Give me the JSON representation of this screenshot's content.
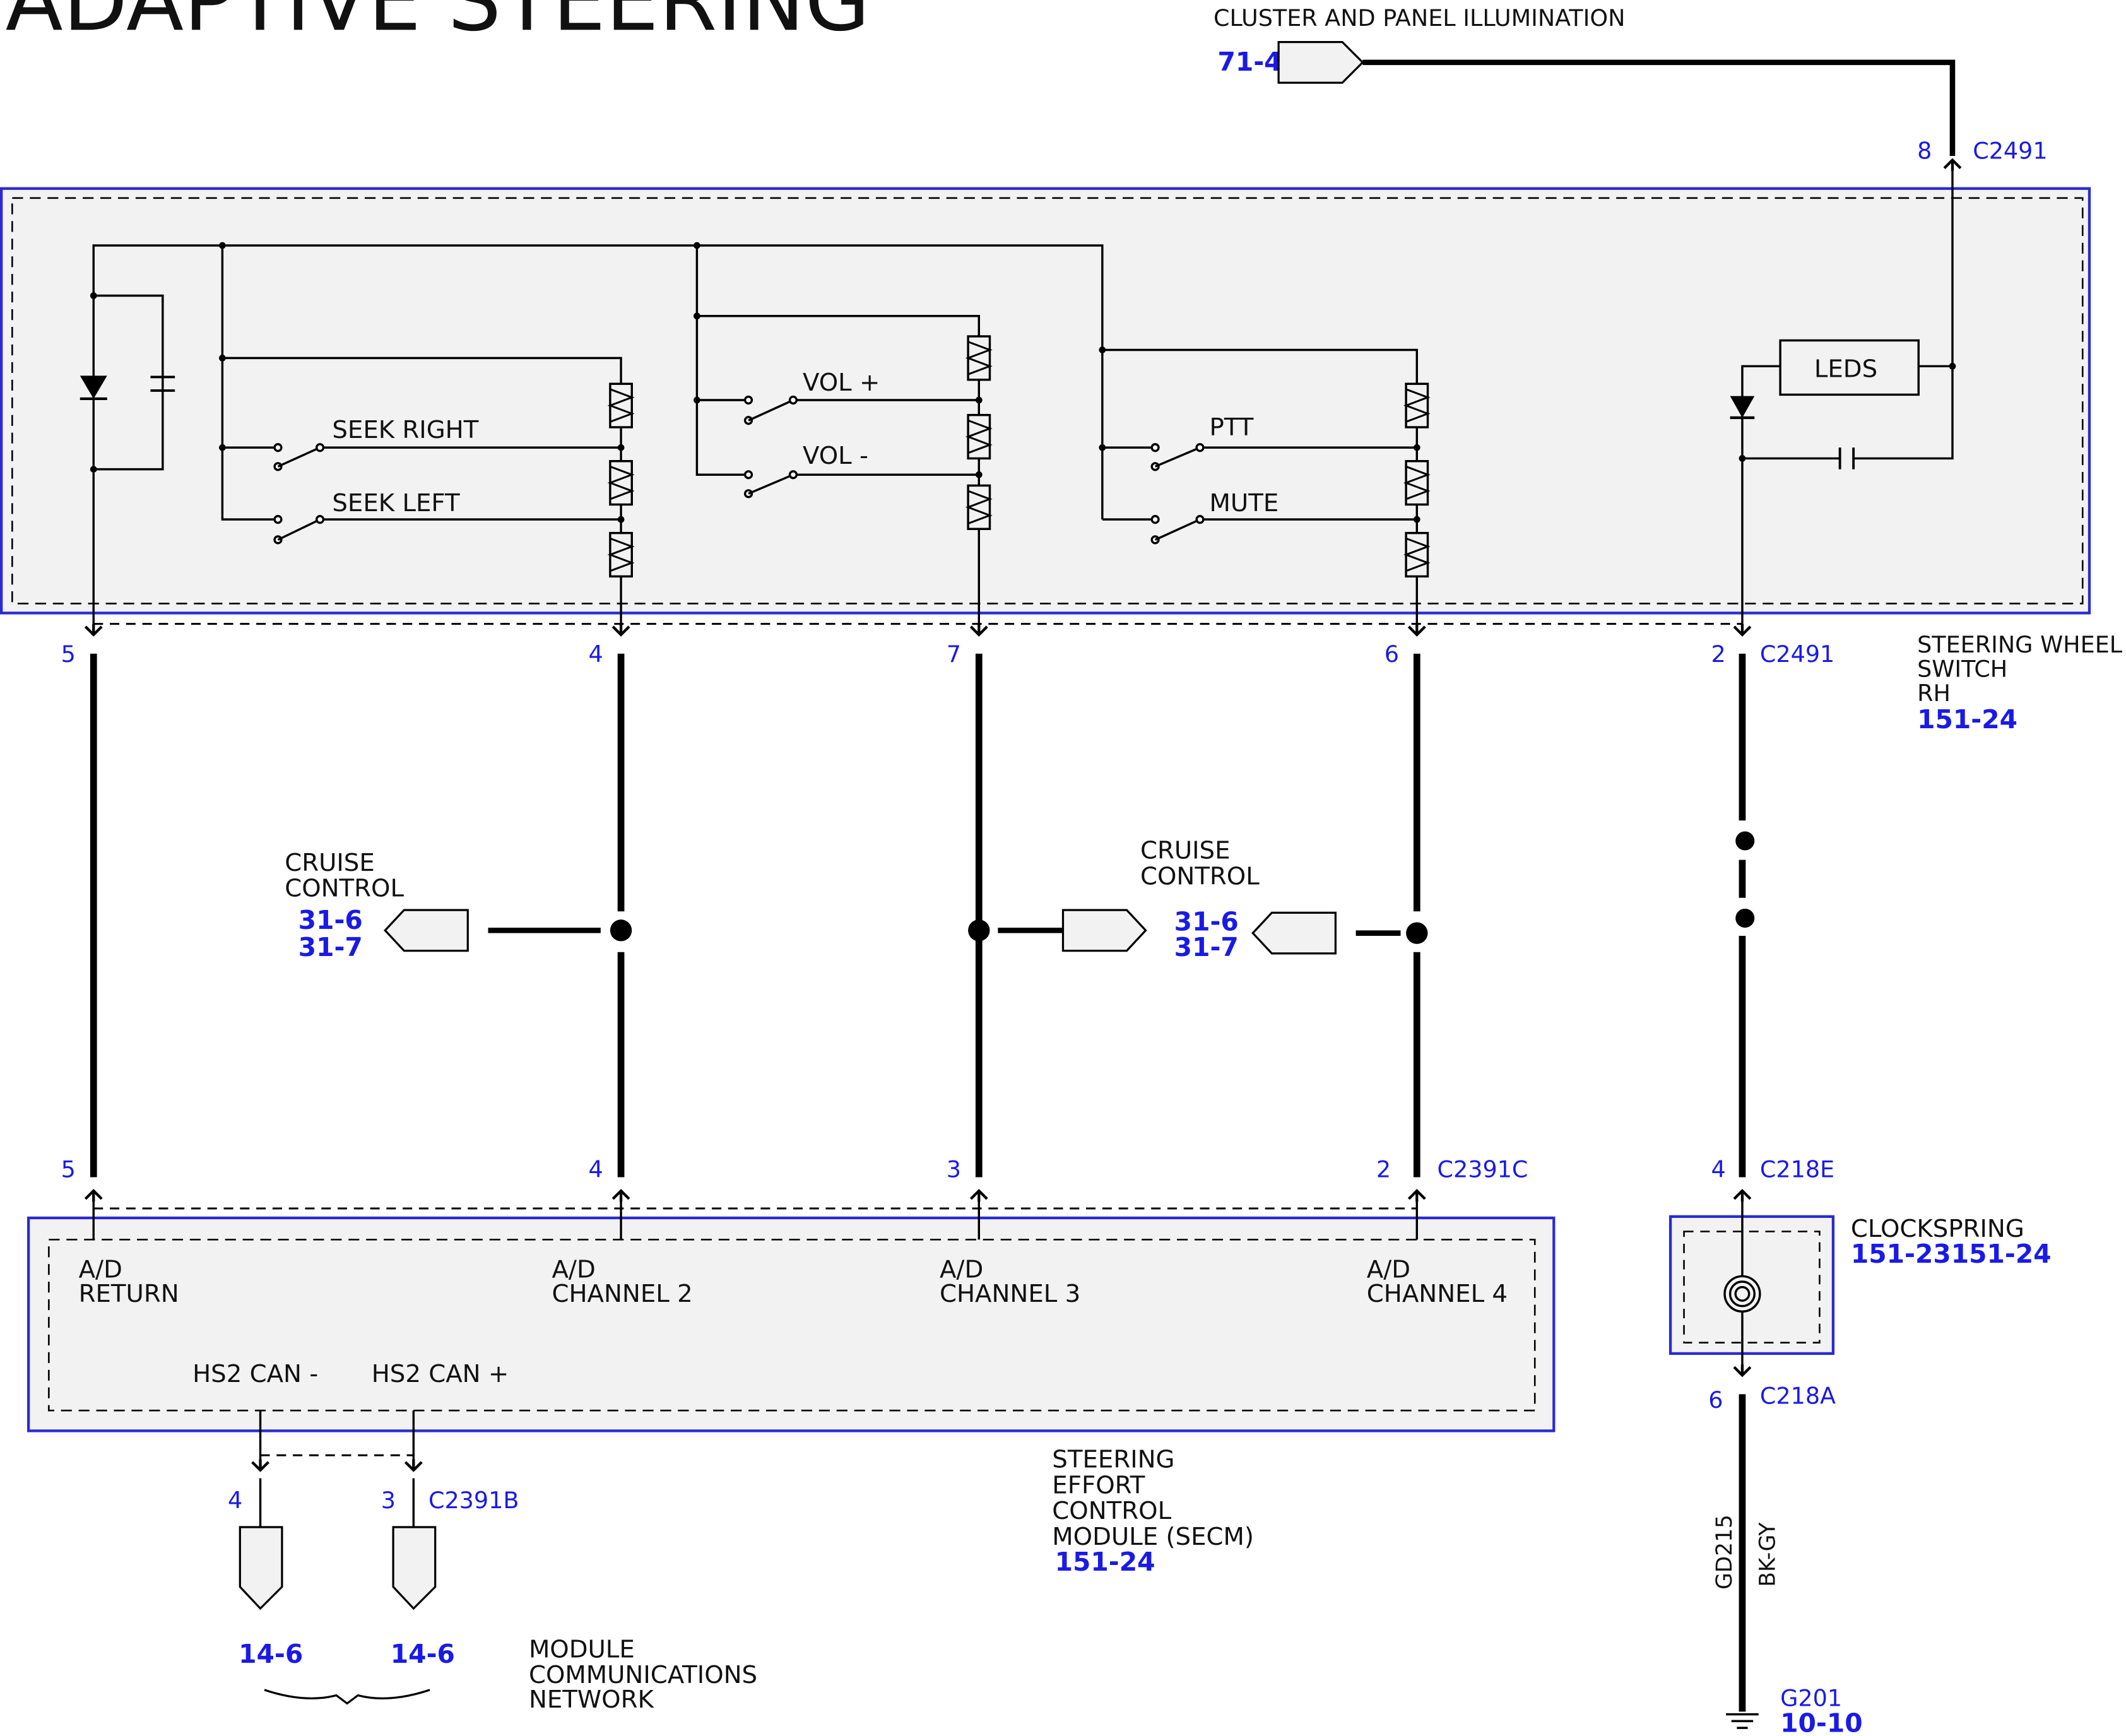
{
  "diagram_title": "ADAPTIVE STEERING",
  "colors": {
    "wire": "#000000",
    "reference_blue": "#1a1ae6",
    "module_border": "#2a2ad4",
    "module_fill": "#f2f2f2"
  },
  "cluster": {
    "label": "CLUSTER AND PANEL ILLUMINATION",
    "ref": "71-4",
    "connector_pin": "8",
    "connector_id": "C2491"
  },
  "steering_wheel_switch": {
    "name_lines": [
      "STEERING WHEEL",
      "SWITCH",
      "RH"
    ],
    "ref": "151-24",
    "switches": {
      "seek_right": "SEEK RIGHT",
      "seek_left": "SEEK LEFT",
      "vol_plus": "VOL +",
      "vol_minus": "VOL -",
      "ptt": "PTT",
      "mute": "MUTE"
    },
    "leds_label": "LEDS",
    "pins": [
      "5",
      "4",
      "7",
      "6",
      "2"
    ],
    "connector_id": "C2491"
  },
  "cruise_control": {
    "label_left": [
      "CRUISE",
      "CONTROL"
    ],
    "label_right": [
      "CRUISE",
      "CONTROL"
    ],
    "refs": [
      "31-6",
      "31-7"
    ]
  },
  "secm": {
    "pins": [
      "5",
      "4",
      "3",
      "2"
    ],
    "connector_id": "C2391C",
    "terminals": [
      [
        "A/D",
        "RETURN"
      ],
      [
        "A/D",
        "CHANNEL 2"
      ],
      [
        "A/D",
        "CHANNEL 3"
      ],
      [
        "A/D",
        "CHANNEL 4"
      ]
    ],
    "can_minus": "HS2 CAN -",
    "can_plus": "HS2 CAN +",
    "can_pins": [
      "4",
      "3"
    ],
    "can_connector_id": "C2391B",
    "name_lines": [
      "STEERING",
      "EFFORT",
      "CONTROL",
      "MODULE (SECM)"
    ],
    "ref": "151-24"
  },
  "network": {
    "refs": [
      "14-6",
      "14-6"
    ],
    "label_lines": [
      "MODULE",
      "COMMUNICATIONS",
      "NETWORK"
    ]
  },
  "clockspring": {
    "name": "CLOCKSPRING",
    "ref": "151-23151-24",
    "pin_top": "4",
    "connector_top": "C218E",
    "pin_bottom": "6",
    "connector_bottom": "C218A"
  },
  "ground": {
    "circuit": "GD215",
    "color_code": "BK-GY",
    "id": "G201",
    "ref": "10-10"
  }
}
